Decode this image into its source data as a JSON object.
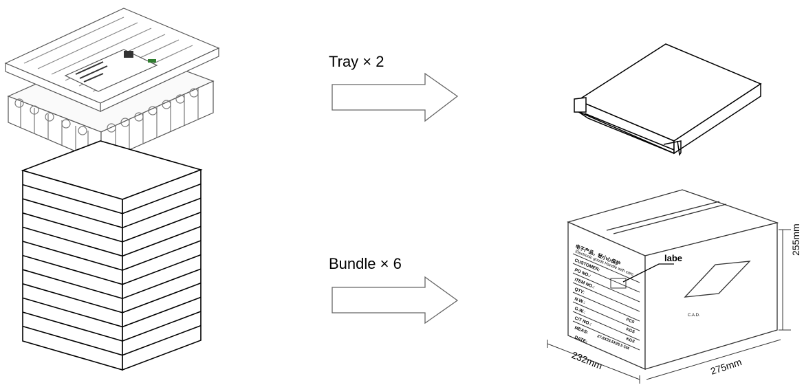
{
  "steps": [
    {
      "label": "Tray × 2"
    },
    {
      "label": "Bundle × 6"
    }
  ],
  "carton": {
    "label_callout": "labe",
    "dim_height": "255mm",
    "dim_depth": "232mm",
    "dim_width": "275mm",
    "marks": {
      "title_cn": "电子产品，轻小心保护",
      "title_en": "Electronic goods Handle with care",
      "fields": [
        "CUSTOMER:",
        "PO NO.:",
        "ITEM NO.:",
        "QTY:",
        "N.W.:",
        "G.W.:",
        "C/T NO.:",
        "MEAS:",
        "DATE:"
      ],
      "units": [
        "PCS",
        "KGS",
        "KGS"
      ],
      "meas_value": "27.8X23.5X25.5 CM",
      "side_mark": "C.A.D."
    }
  }
}
